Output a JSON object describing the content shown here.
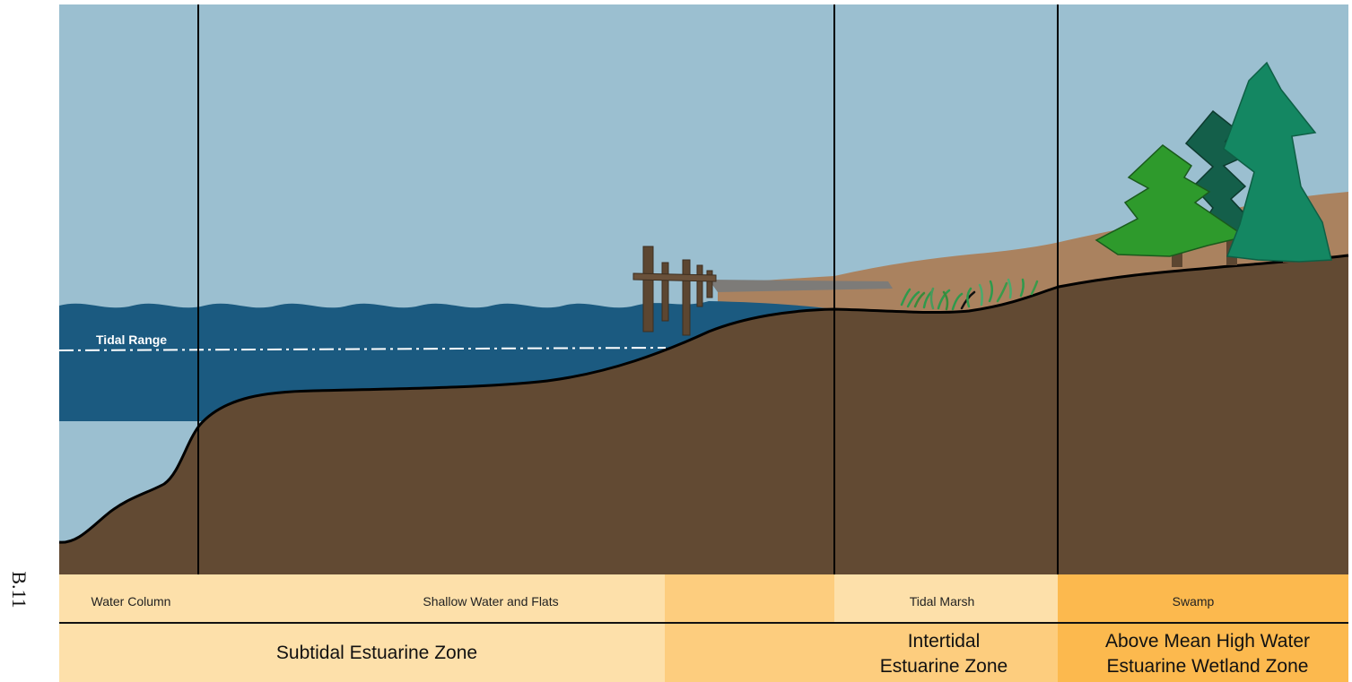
{
  "page_number": "B.11",
  "tidal_range_label": "Tidal Range",
  "habitats": {
    "water_column": "Water Column",
    "shallow_water_flats": "Shallow Water and Flats",
    "tidal_marsh": "Tidal Marsh",
    "swamp": "Swamp"
  },
  "zones": {
    "subtidal": "Subtidal Estuarine Zone",
    "intertidal_line1": "Intertidal",
    "intertidal_line2": "Estuarine Zone",
    "above_line1": "Above Mean High Water",
    "above_line2": "Estuarine Wetland Zone"
  },
  "colors": {
    "sky": "#9bbfd0",
    "water": "#1b5a80",
    "ground": "#624a33",
    "far_shore": "#aa825f",
    "band_light": "#fde0aa",
    "band_mid": "#fdcd7e",
    "band_dark": "#fcb94e",
    "tree_light": "#2e9a2c",
    "tree_dark": "#145f4a",
    "tree_teal": "#148762"
  }
}
